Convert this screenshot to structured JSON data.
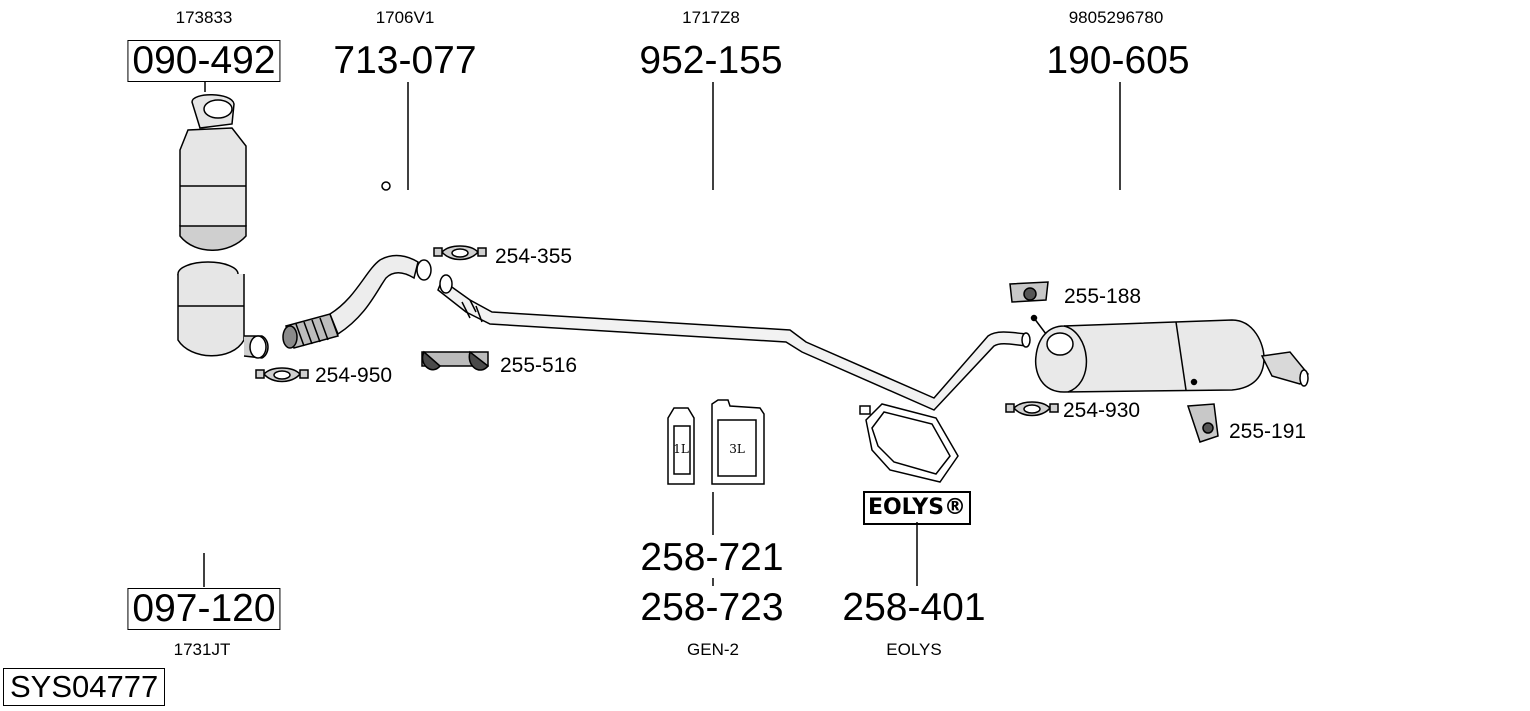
{
  "system_code": "SYS04777",
  "logo_text": "EOLYS®",
  "callouts": [
    {
      "oem": "173833",
      "part": "090-492"
    },
    {
      "oem": "1706V1",
      "part": "713-077"
    },
    {
      "oem": "1717Z8",
      "part": "952-155"
    },
    {
      "oem": "9805296780",
      "part": "190-605"
    }
  ],
  "bottom_callouts": [
    {
      "part": "097-120",
      "oem": "1731JT"
    },
    {
      "part": "258-721",
      "part2": "258-723",
      "oem": "GEN-2"
    },
    {
      "part": "258-401",
      "oem": "EOLYS"
    }
  ],
  "small_parts": {
    "p254_355": "254-355",
    "p254_950": "254-950",
    "p255_516": "255-516",
    "p255_188": "255-188",
    "p254_930": "254-930",
    "p255_191": "255-191"
  },
  "canister_labels": {
    "small": "1L",
    "large": "3L"
  }
}
